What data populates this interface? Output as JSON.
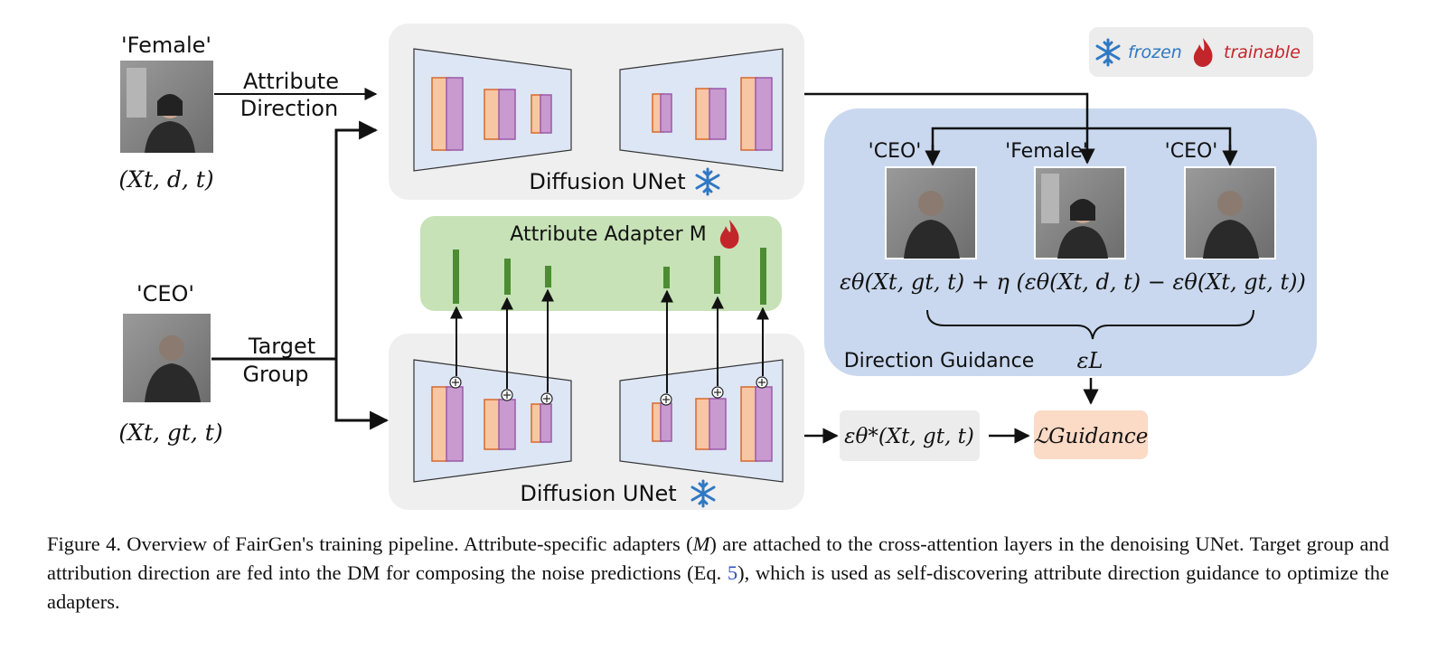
{
  "inputs": {
    "female_label": "'Female'",
    "female_math": "(Xt, d, t)",
    "ceo_label": "'CEO'",
    "ceo_math": "(Xt, gt, t)"
  },
  "arrows": {
    "attribute_direction": [
      "Attribute",
      "Direction"
    ],
    "target_group": [
      "Target",
      "Group"
    ]
  },
  "unet": {
    "label": "Diffusion UNet"
  },
  "adapter": {
    "label": "Attribute Adapter M"
  },
  "legend": {
    "frozen": "frozen",
    "trainable": "trainable"
  },
  "guidance": {
    "img_labels": [
      "'CEO'",
      "'Female'",
      "'CEO'"
    ],
    "formula": "εθ(Xt, gt, t) + η (εθ(Xt, d, t) − εθ(Xt, gt, t))",
    "section_label": "Direction Guidance",
    "epsilon_label": "εL"
  },
  "output": {
    "eps_star": "εθ*(Xt, gt, t)",
    "loss": "ℒGuidance"
  },
  "caption": {
    "lead": "Figure 4. Overview of FairGen's training pipeline. Attribute-specific adapters (",
    "m": "M",
    "mid": ") are attached to the cross-attention layers in the denoising UNet. Target group and attribution direction are fed into the DM for composing the noise predictions (Eq. ",
    "eq": "5",
    "tail": "), which is used as self-discovering attribute direction guidance to optimize the adapters."
  },
  "colors": {
    "panel_gray": "#efefef",
    "trapezoid_fill": "#dde6f5",
    "block_orange": "#f7c6a3",
    "block_purple": "#c89ad0",
    "adapter_green": "#c6e2b6",
    "adapter_bar": "#4d8c33",
    "guidance_blue": "#c9d8ee",
    "loss_peach": "#fbdac6",
    "frozen_blue": "#2f78c4",
    "trainable_red": "#c3262a"
  }
}
